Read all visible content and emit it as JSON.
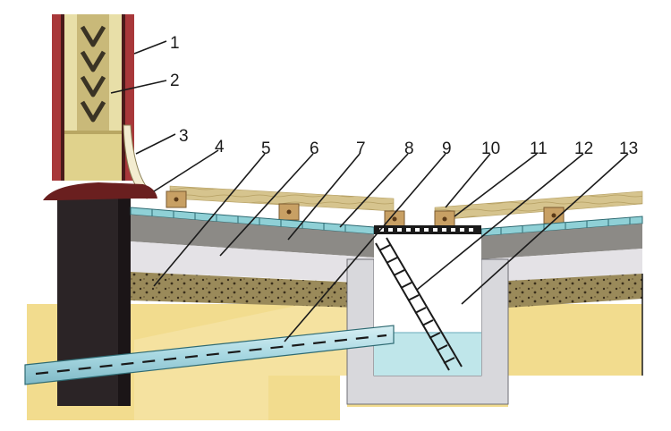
{
  "callouts": [
    {
      "label": "1"
    },
    {
      "label": "2"
    },
    {
      "label": "3"
    },
    {
      "label": "4"
    },
    {
      "label": "5"
    },
    {
      "label": "6"
    },
    {
      "label": "7"
    },
    {
      "label": "8"
    },
    {
      "label": "9"
    },
    {
      "label": "10"
    },
    {
      "label": "11"
    },
    {
      "label": "12"
    },
    {
      "label": "13"
    }
  ],
  "colors": {
    "ground": "#f2dc8e",
    "log_wall": "#a8383a",
    "wall_fill": "#e8dfa8",
    "foundation": "#2b2426",
    "floor_board": "#d2c08c",
    "tile": "#8fd0d6",
    "screed": "#8c8a86",
    "insulation": "#e4e2e6",
    "sand_layer": "#9a8a5a",
    "pit_wall": "#d8d8dc",
    "water": "#bfe6ea",
    "pipe": "#a8d8e2",
    "flashing": "#6a1f1f"
  }
}
